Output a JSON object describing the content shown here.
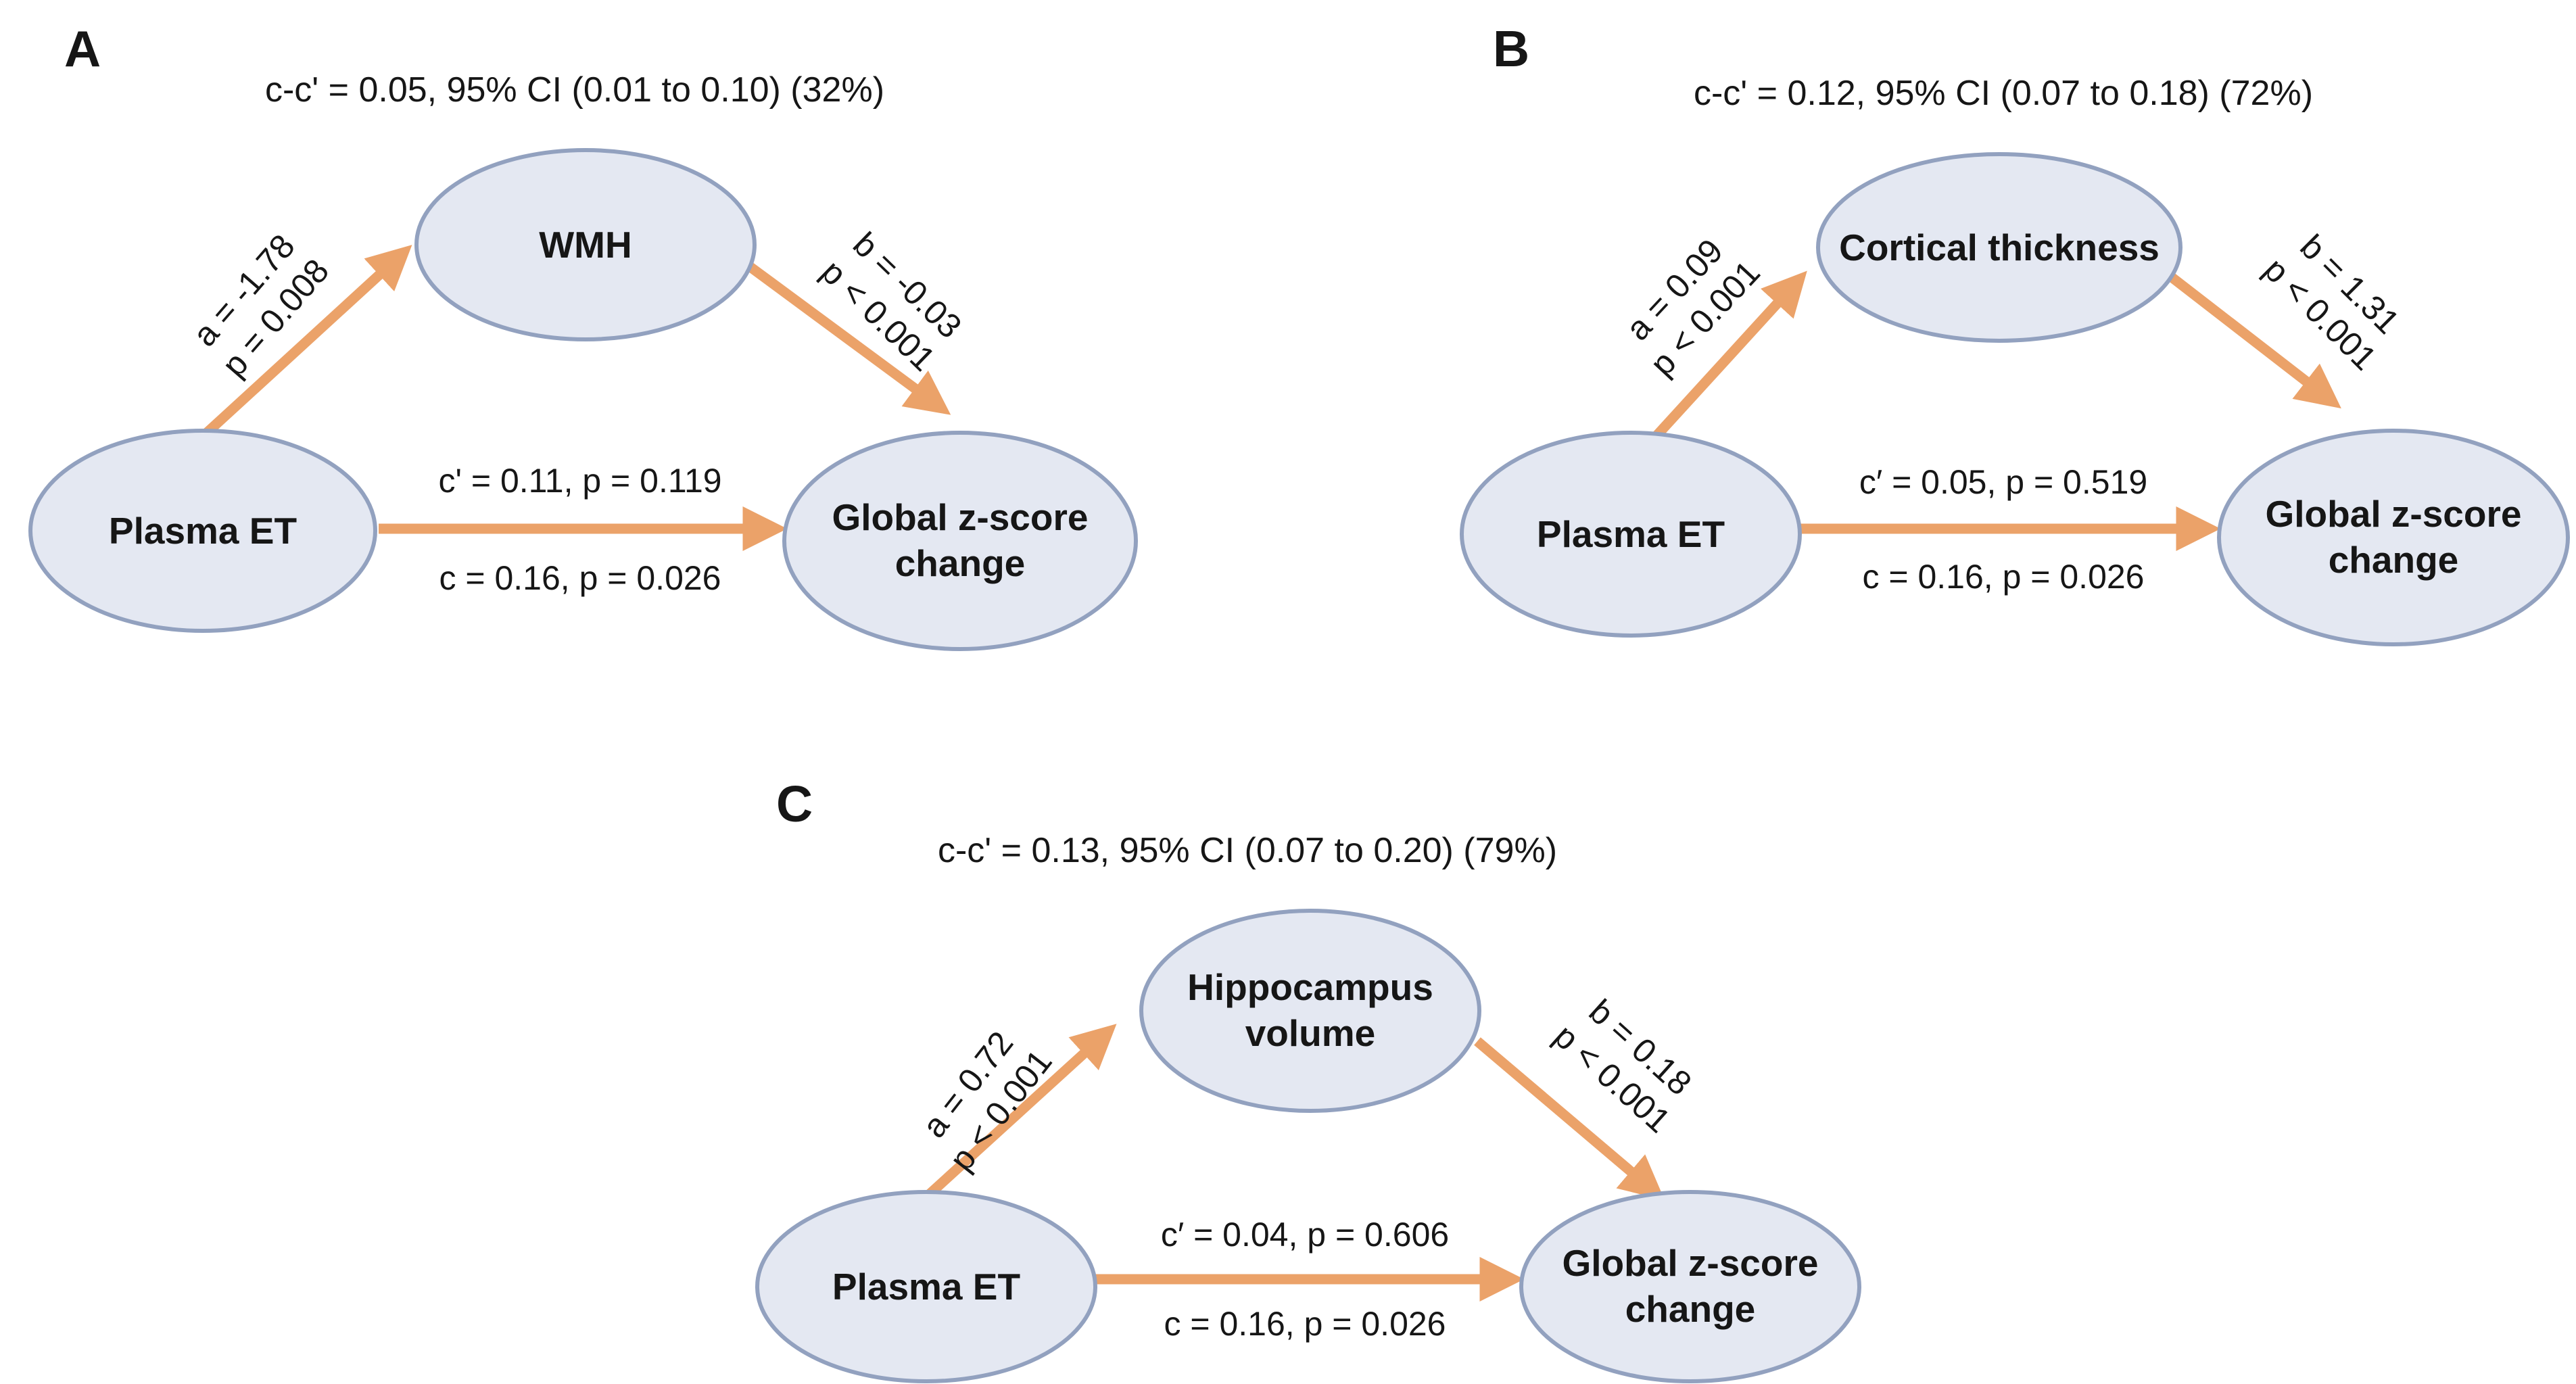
{
  "figure": {
    "description": "Mediation analysis path diagrams",
    "colors": {
      "node_fill": "#e4e8f2",
      "node_border": "#92a1bf",
      "arrow": "#eba269",
      "text": "#161616",
      "background": "#ffffff"
    },
    "panels": [
      {
        "letter": "A",
        "title": "c-c' = 0.05, 95% CI (0.01 to 0.10) (32%)",
        "predictor": "Plasma ET",
        "mediator": "WMH",
        "outcome_line1": "Global z-score",
        "outcome_line2": "change",
        "path_a_line1": "a = -1.78",
        "path_a_line2": "p = 0.008",
        "path_b_line1": "b = -0.03",
        "path_b_line2": "p < 0.001",
        "path_c_prime": "c' = 0.11, p = 0.119",
        "path_c": "c = 0.16, p = 0.026"
      },
      {
        "letter": "B",
        "title": "c-c' = 0.12, 95% CI (0.07 to 0.18) (72%)",
        "predictor": "Plasma ET",
        "mediator": "Cortical thickness",
        "outcome_line1": "Global z-score",
        "outcome_line2": "change",
        "path_a_line1": "a = 0.09",
        "path_a_line2": "p < 0.001",
        "path_b_line1": "b = 1.31",
        "path_b_line2": "p < 0.001",
        "path_c_prime": "c′ = 0.05, p = 0.519",
        "path_c": "c = 0.16, p = 0.026"
      },
      {
        "letter": "C",
        "title": "c-c' = 0.13, 95% CI (0.07 to 0.20) (79%)",
        "predictor": "Plasma ET",
        "mediator_line1": "Hippocampus",
        "mediator_line2": "volume",
        "outcome_line1": "Global z-score",
        "outcome_line2": "change",
        "path_a_line1": "a = 0.72",
        "path_a_line2": "p < 0.001",
        "path_b_line1": "b = 0.18",
        "path_b_line2": "p < 0.001",
        "path_c_prime": "c′ = 0.04, p = 0.606",
        "path_c": "c = 0.16, p = 0.026"
      }
    ]
  }
}
